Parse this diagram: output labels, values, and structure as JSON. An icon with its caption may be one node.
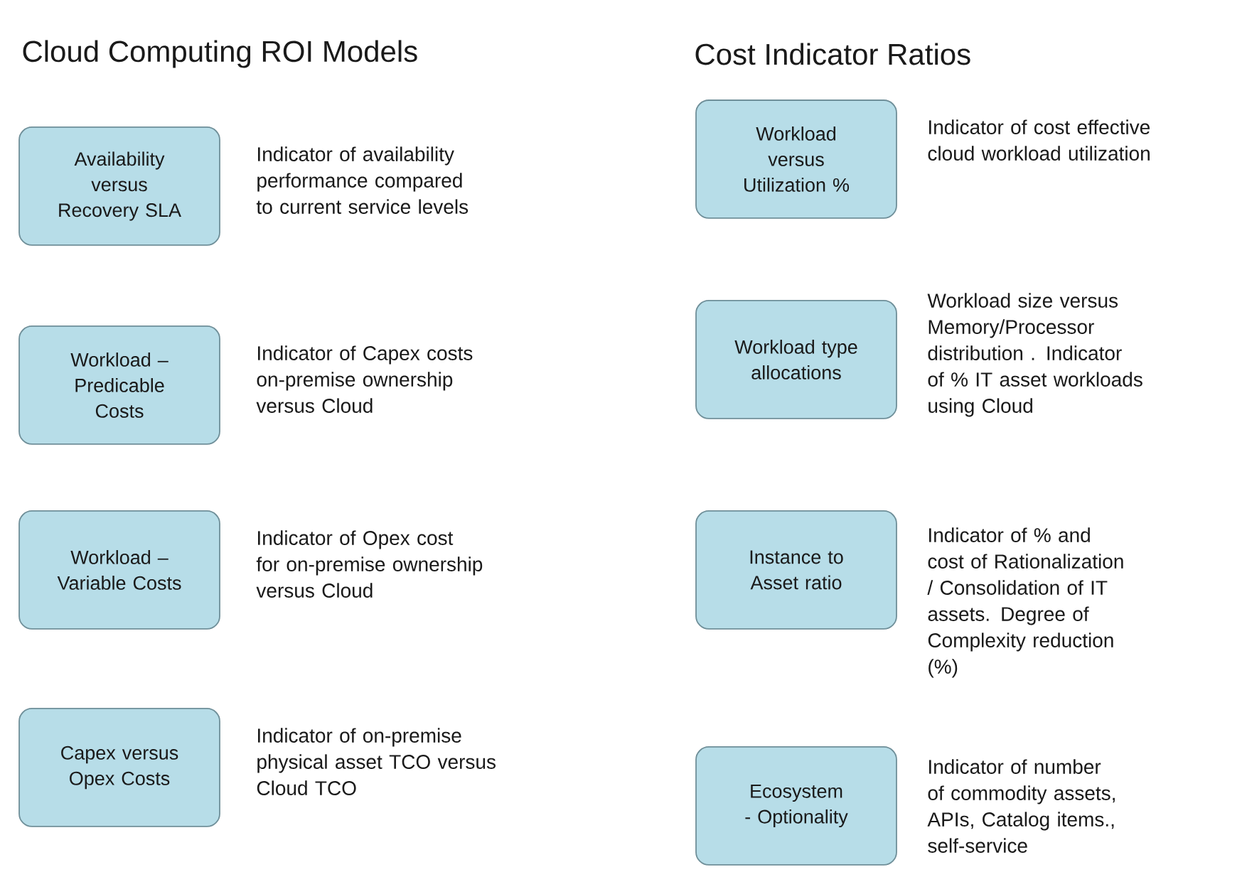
{
  "diagram": {
    "nodes": [
      {
        "text": [
          "Availability versus Recovery SLA"
        ],
        "beside": [
          "Indicator of availability performance compared to current service levels"
        ]
      },
      {
        "text": [
          "Workload – Predicable Costs"
        ],
        "beside": [
          "Indicator of Capex costs on-premise ownership versus Cloud"
        ]
      },
      {
        "text": [
          "Workload – Variable Costs"
        ],
        "beside": [
          "Indicator of Opex cost for on-premise ownership versus Cloud"
        ]
      },
      {
        "text": [
          "Capex versus Opex Costs"
        ],
        "beside": [
          "Indicator of on-premise physical asset TCO versus Cloud TCO"
        ]
      },
      {
        "text": [
          "Workload versus Utilization %"
        ],
        "beside": [
          "Indicator of cost effective cloud workload utilization"
        ]
      },
      {
        "text": [
          "Workload type allocations"
        ],
        "beside": [
          "Workload size versus Memory/Processor distribution . Indicator of % IT asset workloads using Cloud"
        ]
      },
      {
        "text": [
          "Instance to Asset ratio"
        ],
        "beside": [
          "Indicator of % and cost of Rationalization / Consolidation of IT assets. Degree of Complexity reduction (%)"
        ]
      },
      {
        "text": [
          "Ecosystem - Optionality"
        ],
        "beside": [
          "Indicator of number of commodity assets, APIs, Catalog items., self-service"
        ]
      }
    ],
    "labels": [
      "Cloud Computing ROI Models",
      "Cost Indicator Ratios"
    ]
  }
}
